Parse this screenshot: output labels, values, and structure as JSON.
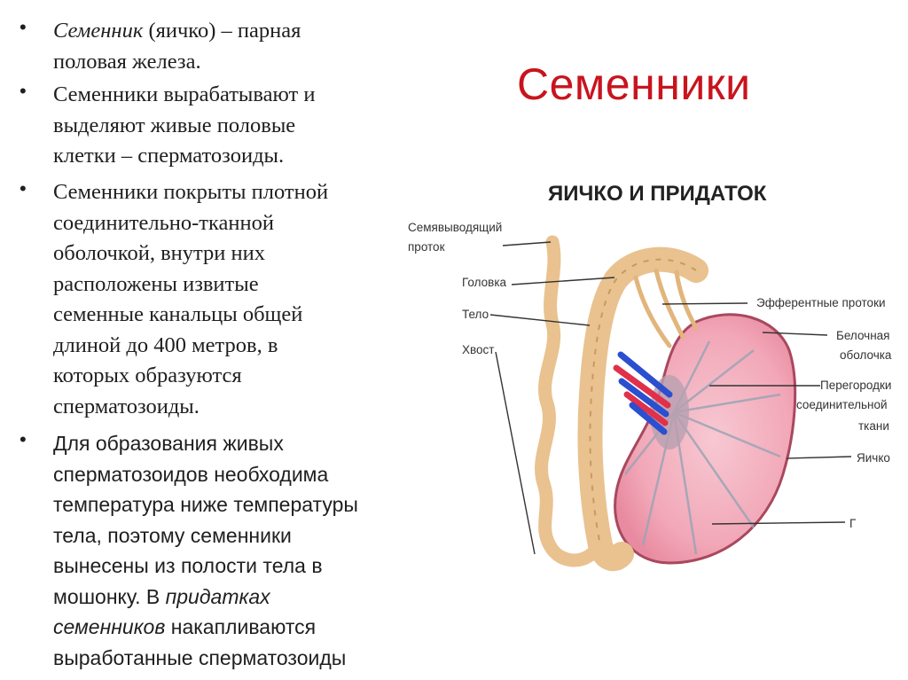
{
  "bullets": {
    "b1_line1_italic": "Семенник",
    "b1_line1_rest": " (яичко) – парная",
    "b1_line2": "половая железа.",
    "b2_lines": [
      "Семенники вырабатывают и",
      "выделяют живые половые",
      "клетки – сперматозоиды."
    ],
    "b3_lines": [
      "Семенники покрыты плотной",
      "соединительно-тканной",
      "оболочкой, внутри них",
      "расположены извитые",
      "семенные канальцы общей",
      "длиной до 400 метров, в",
      "которых образуются",
      "сперматозоиды."
    ],
    "b4_lines": [
      "Для образования живых",
      "сперматозоидов необходима",
      "температура ниже температуры",
      "тела, поэтому семенники",
      "вынесены из полости тела в"
    ],
    "b4_l6_a": "мошонку. В ",
    "b4_l6_italic": "придатках",
    "b4_l7_italic": "семенников",
    "b4_l7_b": " накапливаются",
    "b4_l8": "выработанные сперматозоиды"
  },
  "title": "Семенники",
  "diagram": {
    "title": "ЯИЧКО И ПРИДАТОК",
    "labels": {
      "vas_deferens_1": "Семявыводящий",
      "vas_deferens_2": "проток",
      "head": "Головка",
      "body": "Тело",
      "tail": "Хвост",
      "efferent": "Эфферентные протоки",
      "tunica_1": "Белочная",
      "tunica_2": "оболочка",
      "septa_1": "Перегородки",
      "septa_2": "соединительной",
      "septa_3": "ткани",
      "testis": "Яичко",
      "g": "Г"
    }
  },
  "colors": {
    "title": "#c8141e",
    "testis": "#f2a8b8",
    "epididymis": "#e9c28f",
    "artery": "#e0304a",
    "vein": "#2a4fcf"
  }
}
